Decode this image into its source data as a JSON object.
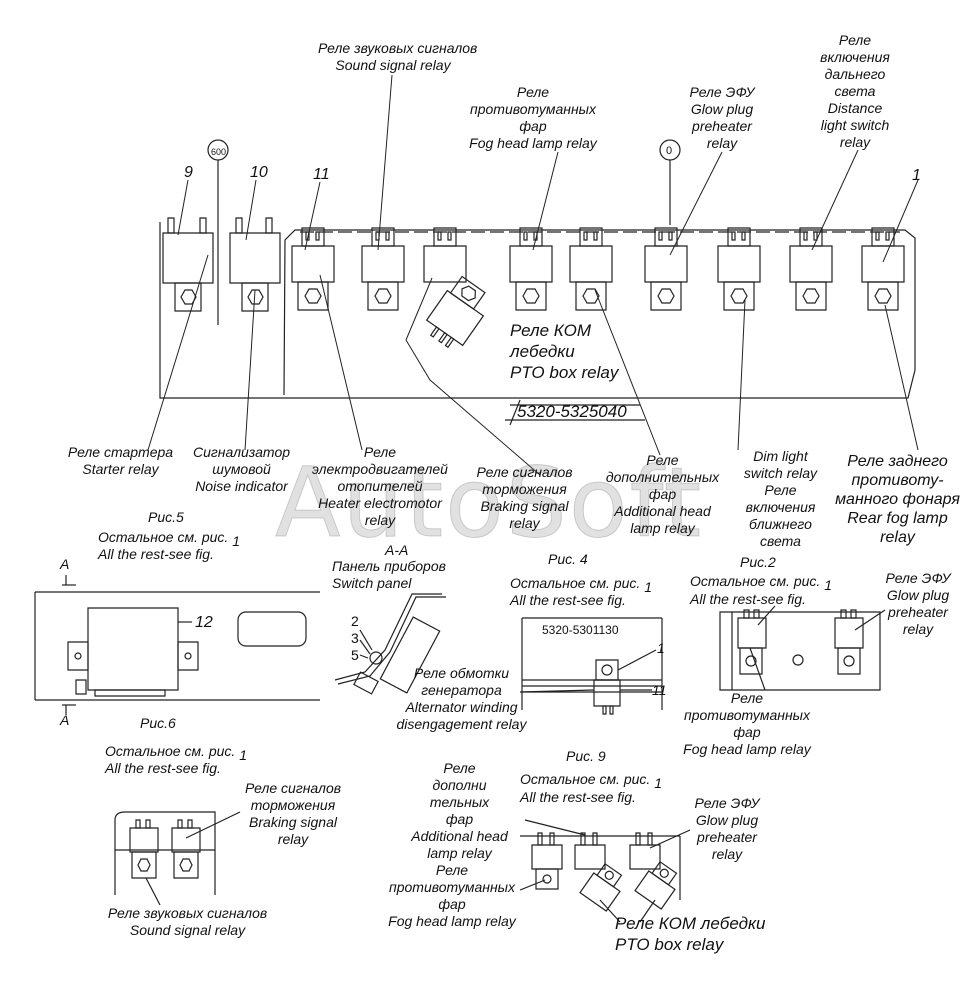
{
  "watermark": "AutoSoft",
  "main": {
    "sound_signal_relay": [
      "Реле звуковых сигналов",
      "Sound signal relay"
    ],
    "fog_head_lamp_relay": [
      "Реле",
      "противотуманных",
      "фар",
      "Fog head lamp relay"
    ],
    "glow_plug_relay": [
      "Реле ЭФУ",
      "Glow plug",
      "preheater",
      "relay"
    ],
    "distance_light_relay": [
      "Реле",
      "включения",
      "дальнего",
      "света",
      "Distance",
      "light switch",
      "relay"
    ],
    "pto_box_relay": [
      "Реле КОМ",
      "лебедки",
      "PTO box relay"
    ],
    "part_number": "5320-5325040",
    "starter_relay": [
      "Реле стартера",
      "Starter relay"
    ],
    "noise_indicator": [
      "Сигнализатор",
      "шумовой",
      "Noise indicator"
    ],
    "heater_motor_relay": [
      "Реле",
      "электродвигателей",
      "отопителей",
      "Heater electromotor",
      "relay"
    ],
    "braking_signal_relay": [
      "Реле сигналов",
      "торможения",
      "Braking signal",
      "relay"
    ],
    "additional_head_lamp_relay": [
      "Реле",
      "дополнительных",
      "фар",
      "Additional head",
      "lamp relay"
    ],
    "dim_light_relay": [
      "Dim light",
      "switch relay",
      "Реле",
      "включения",
      "ближнего",
      "света"
    ],
    "rear_fog_lamp_relay": [
      "Реле заднего",
      "противоту-",
      "манного фонаря",
      "Rear fog lamp",
      "relay"
    ],
    "circle_600": "600",
    "circle_0": "0",
    "num_9": "9",
    "num_10": "10",
    "num_11": "11",
    "num_1": "1"
  },
  "fig5": {
    "title": "Рис.5",
    "rest_ru": "Остальное см. рис.",
    "rest_ref": "1",
    "rest_en": "All the rest-see fig.",
    "section_a": "А",
    "num_12": "12"
  },
  "fig6": {
    "title": "Рис.6",
    "rest_ru": "Остальное см. рис.",
    "rest_ref": "1",
    "rest_en": "All the rest-see fig.",
    "braking": [
      "Реле сигналов",
      "торможения",
      "Braking signal",
      "relay"
    ],
    "sound": [
      "Реле звуковых сигналов",
      "Sound signal relay"
    ]
  },
  "section_aa": {
    "title": "А-А",
    "panel": [
      "Панель приборов",
      "Switch panel"
    ],
    "nums": [
      "2",
      "3",
      "5"
    ]
  },
  "fig4": {
    "title": "Рис. 4",
    "rest_ru": "Остальное см. рис.",
    "rest_ref": "1",
    "rest_en": "All the rest-see fig.",
    "part": "5320-5301130",
    "num_1": "1",
    "num_11": "11",
    "alternator": [
      "Реле обмотки",
      "генератора",
      "Alternator winding",
      "disengagement relay"
    ]
  },
  "fig2": {
    "title": "Рис.2",
    "rest_ru": "Остальное см. рис.",
    "rest_ref": "1",
    "rest_en": "All the rest-see fig.",
    "glow": [
      "Реле ЭФУ",
      "Glow plug",
      "preheater",
      "relay"
    ],
    "fog": [
      "Реле",
      "противотуманных",
      "фар",
      "Fog head lamp relay"
    ]
  },
  "fig9": {
    "title": "Рис. 9",
    "rest_ru": "Остальное см. рис.",
    "rest_ref": "1",
    "rest_en": "All the rest-see fig.",
    "additional": [
      "Реле",
      "дополни",
      "тельных",
      "фар",
      "Additional head",
      "lamp relay"
    ],
    "fog": [
      "Реле",
      "противотуманных",
      "фар",
      "Fog head lamp relay"
    ],
    "glow": [
      "Реле ЭФУ",
      "Glow plug",
      "preheater",
      "relay"
    ],
    "pto": [
      "Реле КОМ лебедки",
      "PTO box relay"
    ]
  }
}
